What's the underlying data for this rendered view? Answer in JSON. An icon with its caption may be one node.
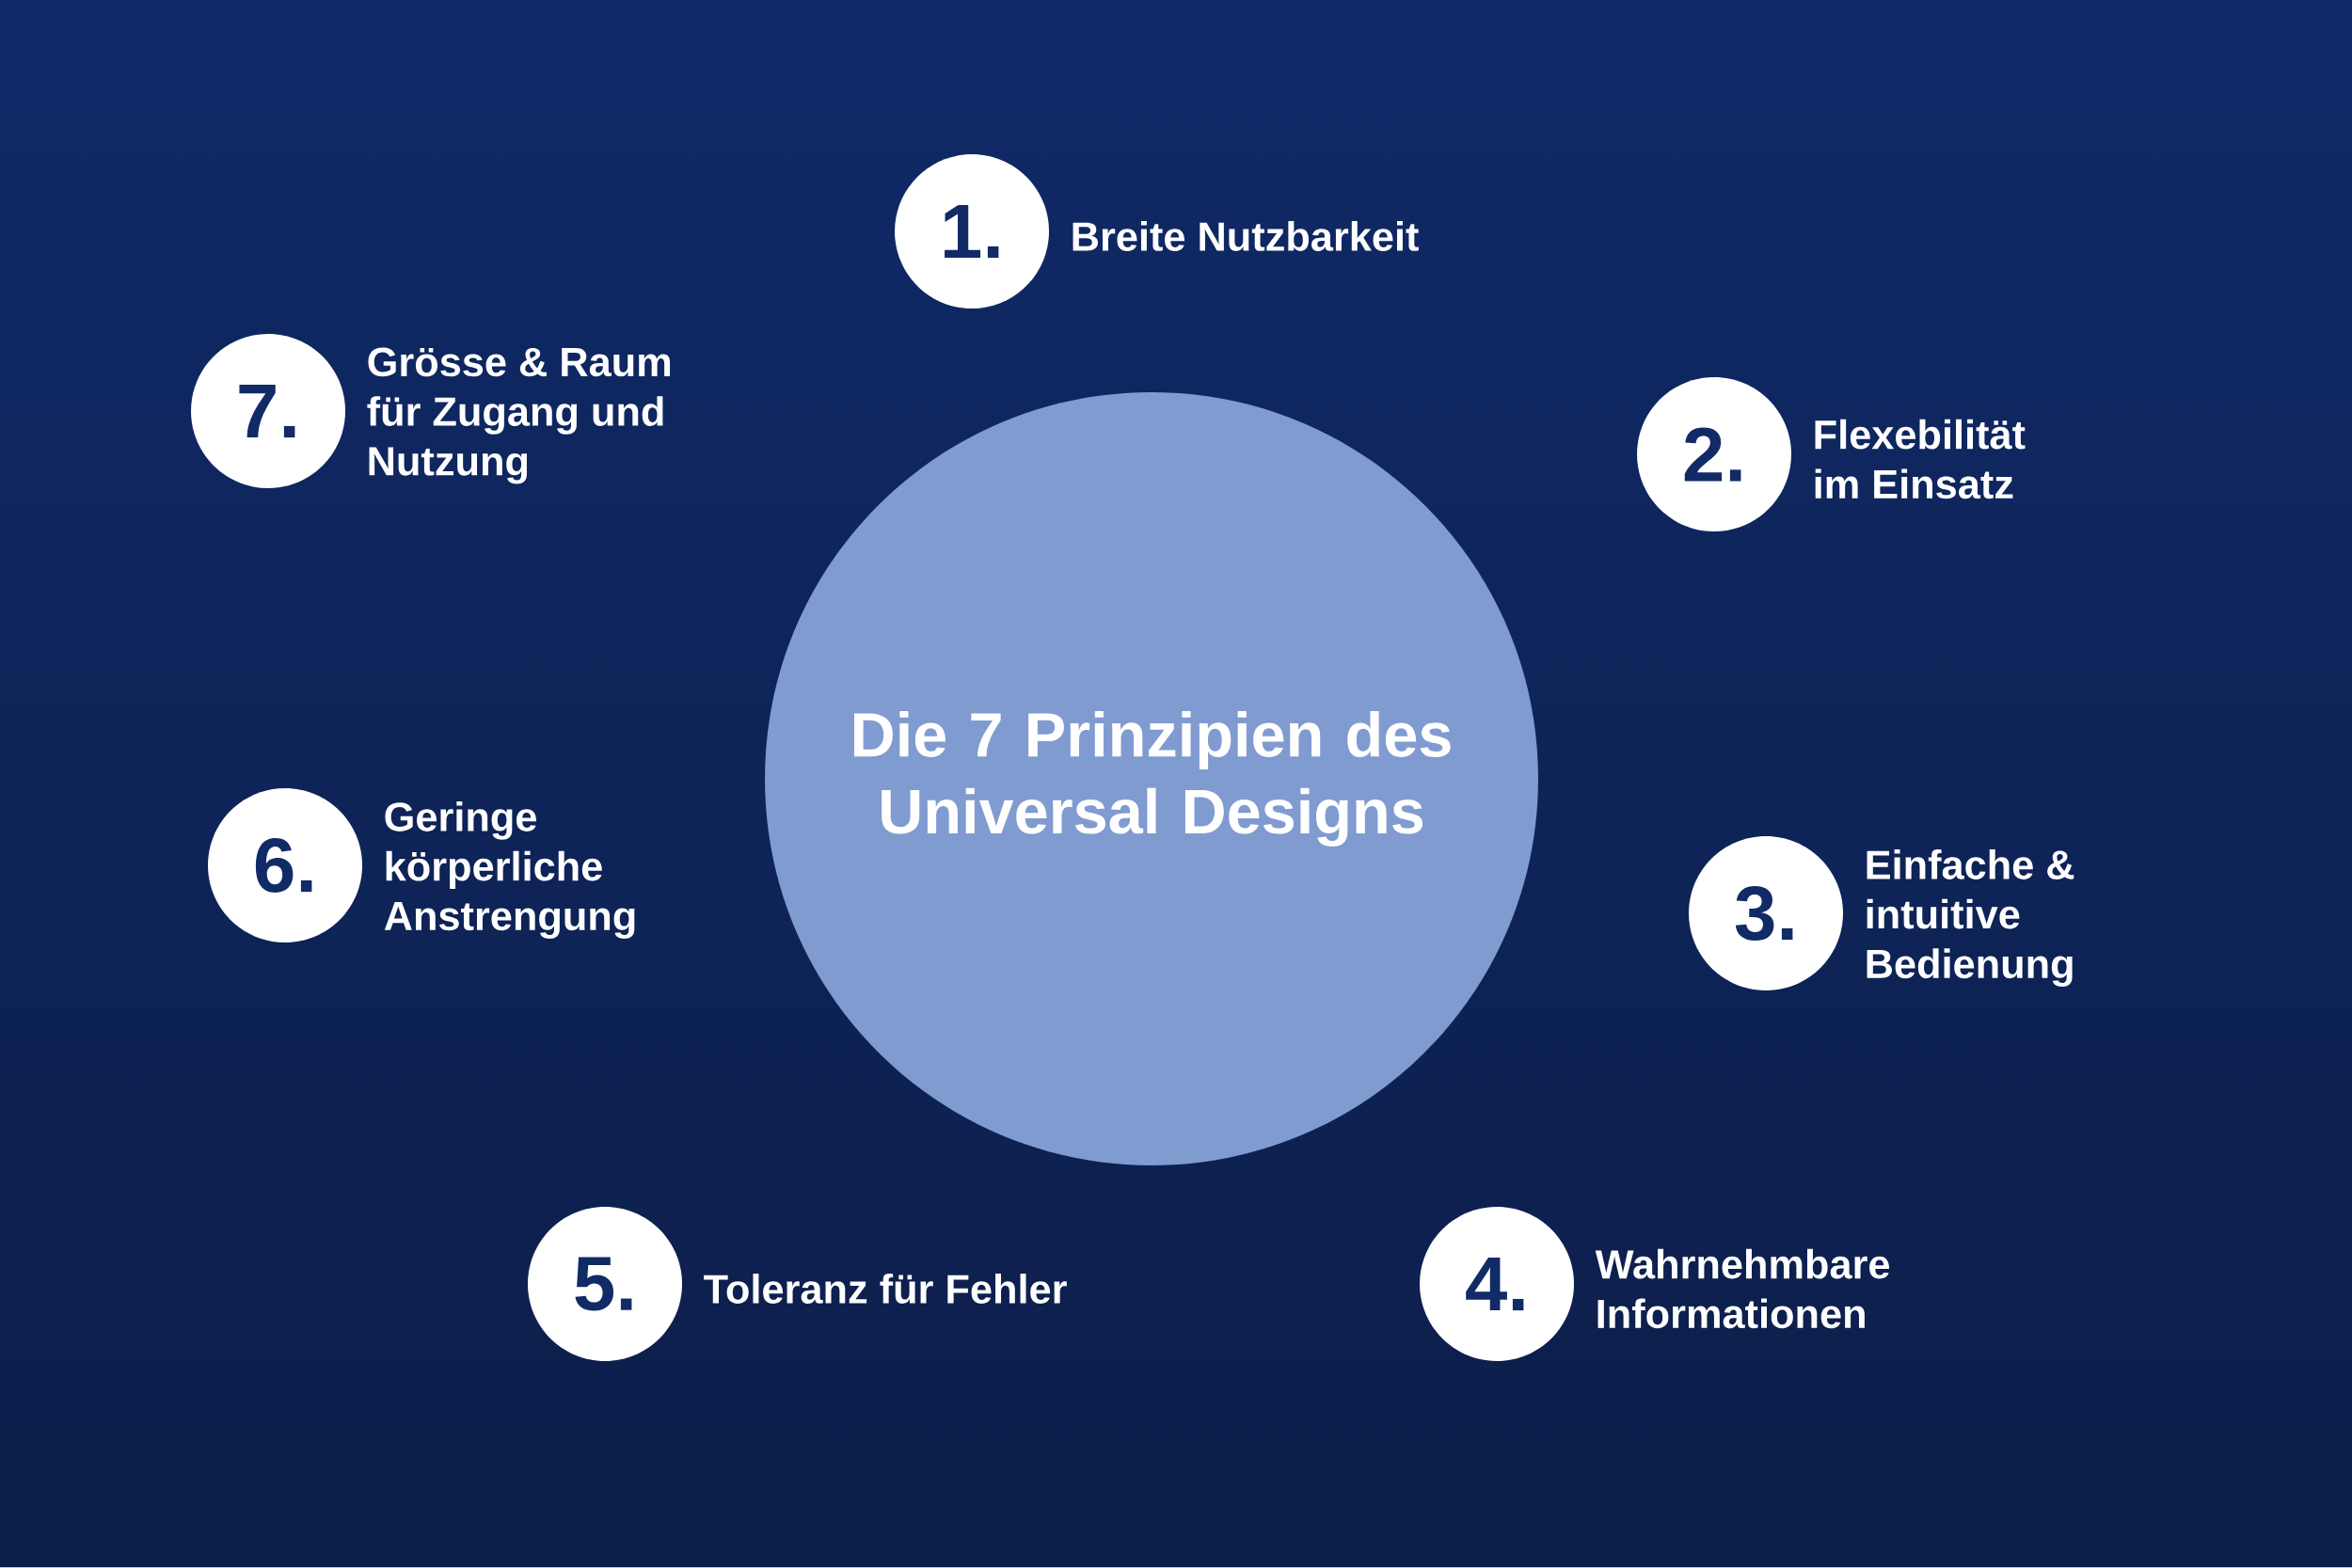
{
  "diagram": {
    "nodes": [
      {
        "text": [
          "Die 7 Prinzipien des Universal Designs"
        ]
      },
      {
        "text": [
          "1."
        ],
        "beside": [
          "Breite Nutzbarkeit"
        ]
      },
      {
        "text": [
          "2."
        ],
        "beside": [
          "Flexebilität im Einsatz"
        ]
      },
      {
        "text": [
          "3."
        ],
        "beside": [
          "Einfache & intuitive Bedienung"
        ]
      },
      {
        "text": [
          "4."
        ],
        "beside": [
          "Wahrnehmbare Informationen"
        ]
      },
      {
        "text": [
          "5."
        ],
        "beside": [
          "Toleranz für Fehler"
        ]
      },
      {
        "text": [
          "6."
        ],
        "beside": [
          "Geringe körperliche Anstrengung"
        ]
      },
      {
        "text": [
          "7."
        ],
        "beside": [
          "Grösse & Raum für Zugang und Nutzung"
        ]
      }
    ]
  }
}
